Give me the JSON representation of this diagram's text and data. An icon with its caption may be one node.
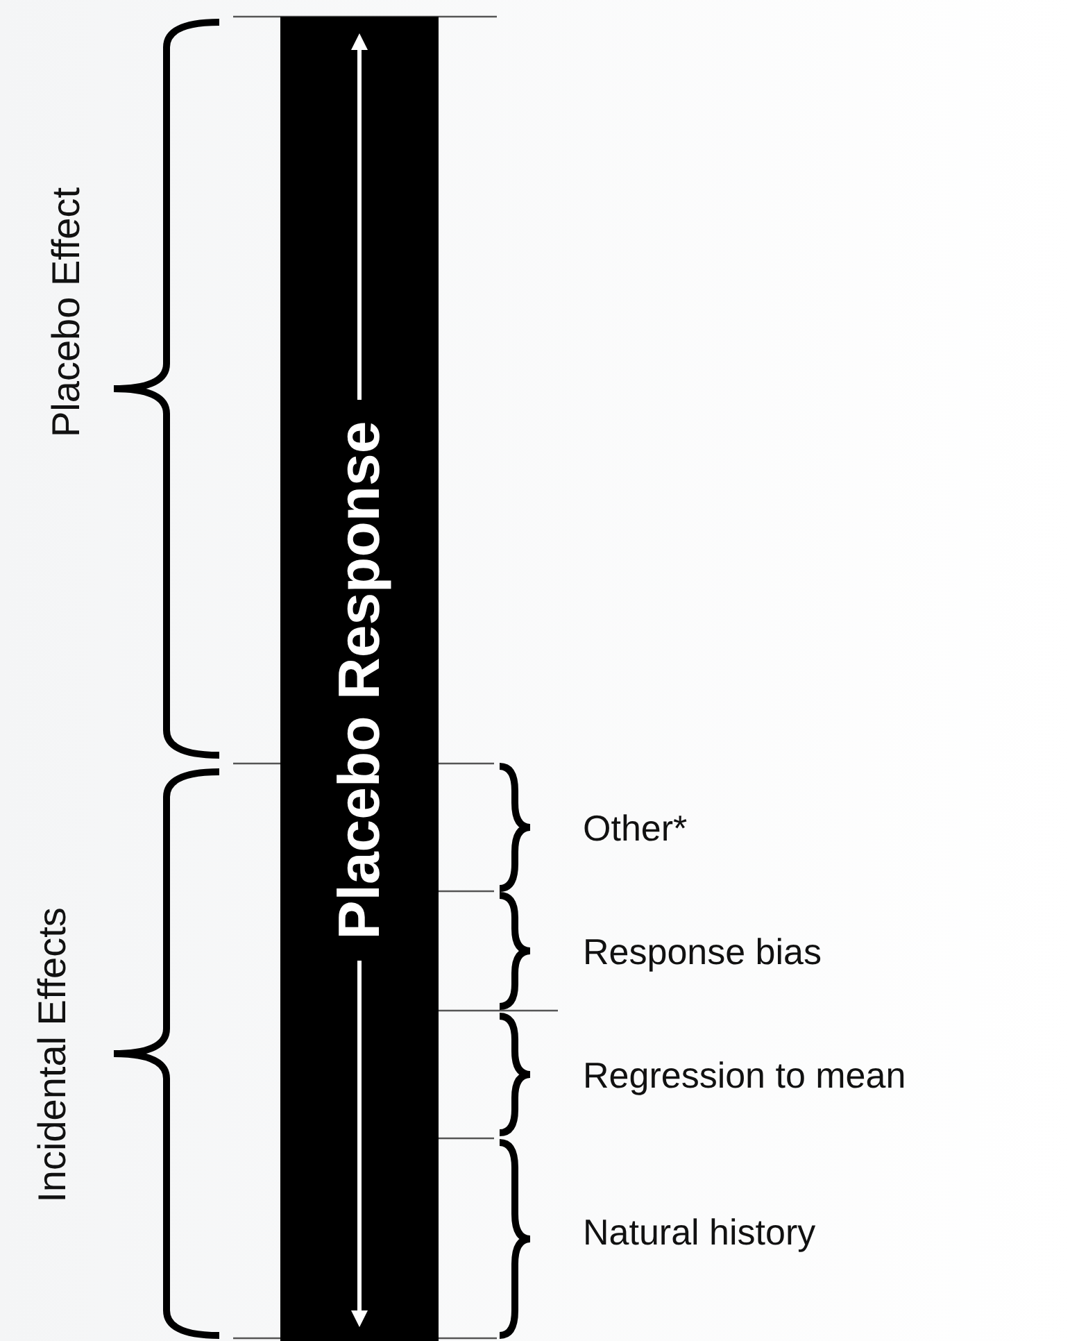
{
  "diagram": {
    "nodes": [
      {
        "text": [
          "Placebo Response"
        ]
      }
    ],
    "labels": [
      "Placebo Effect",
      "Incidental Effects",
      "Other*",
      "Response bias",
      "Regression to mean",
      "Natural history"
    ]
  }
}
